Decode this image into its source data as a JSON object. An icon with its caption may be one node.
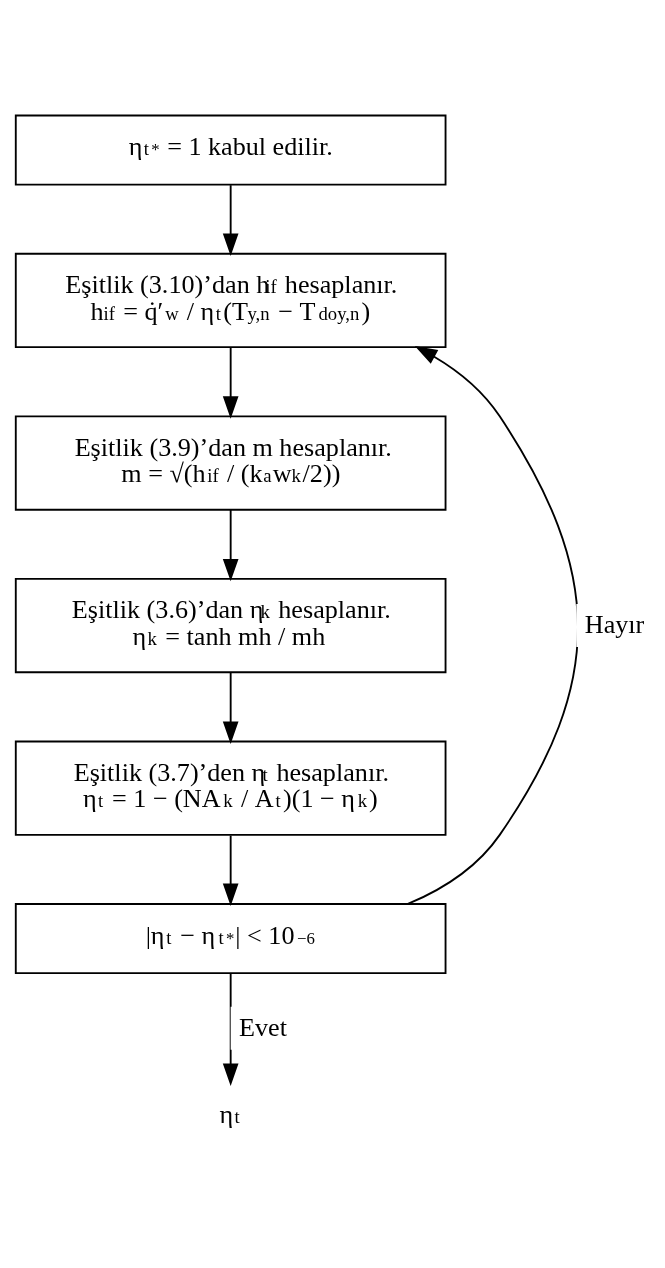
{
  "diagram": {
    "nodes": [
      {
        "text": [
          "η$_{t}$$^{*}$ = 1 kabul edilir."
        ]
      },
      {
        "text": [
          "Eşitlik (3.10)’dan h$_{if}$ hesaplanır.",
          "h$_{if}$ = q̇′$_{w}$ / η$_{t}$(T$_{y,n}$ − T$_{doy,n}$)"
        ]
      },
      {
        "text": [
          "Eşitlik (3.9)’dan m hesaplanır.",
          "m = √(h$_{if}$ / (k$_{a}$w$_{k}$/2))"
        ]
      },
      {
        "text": [
          "Eşitlik (3.6)’dan η$_{k}$ hesaplanır.",
          "η$_{k}$ = tanh mh / mh"
        ]
      },
      {
        "text": [
          "Eşitlik (3.7)’den η$_{t}$ hesaplanır.",
          "η$_{t}$ = 1 − (NA$_{k}$ / A$_{t}$)(1 − η$_{k}$)"
        ]
      },
      {
        "text": [
          "|η$_{t}$ − η$_{t}$$^{*}$| < 10$^{−6}$"
        ]
      },
      {
        "text": [
          "η$_{t}$"
        ]
      }
    ],
    "edges": [
      {
        "from": 0,
        "to": 1,
        "arrow": "to"
      },
      {
        "from": 1,
        "to": 2,
        "arrow": "to"
      },
      {
        "from": 2,
        "to": 3,
        "arrow": "to"
      },
      {
        "from": 3,
        "to": 4,
        "arrow": "to"
      },
      {
        "from": 4,
        "to": 5,
        "arrow": "to"
      },
      {
        "from": 5,
        "to": 1,
        "arrow": "to",
        "label": "Hayır"
      },
      {
        "from": 5,
        "to": 6,
        "arrow": "to",
        "label": "Evet"
      }
    ]
  }
}
